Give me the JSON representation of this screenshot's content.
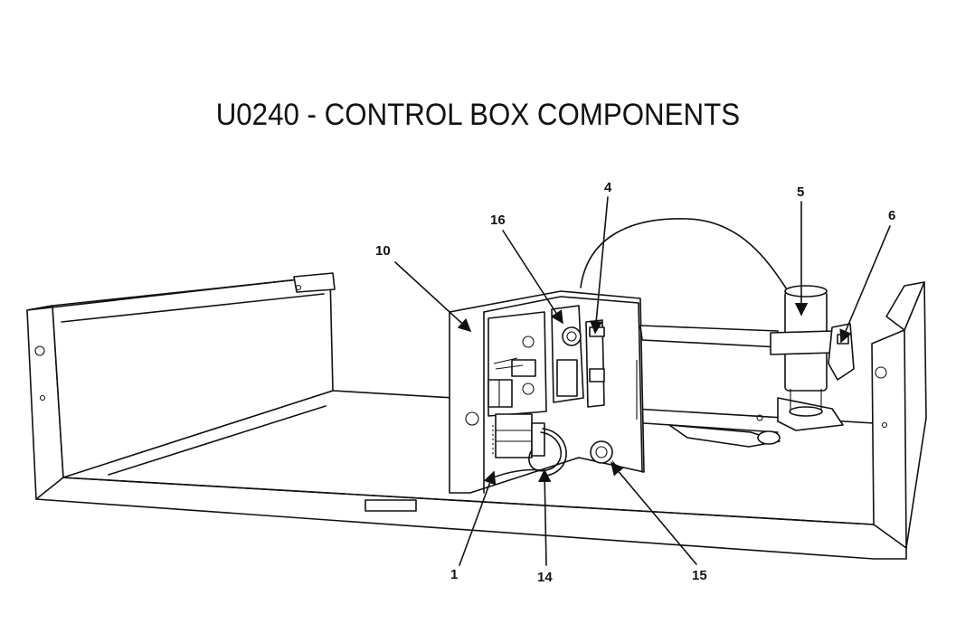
{
  "title": "U0240 - CONTROL BOX COMPONENTS",
  "callouts": [
    {
      "id": "c10",
      "label": "10"
    },
    {
      "id": "c16",
      "label": "16"
    },
    {
      "id": "c4",
      "label": "4"
    },
    {
      "id": "c5",
      "label": "5"
    },
    {
      "id": "c6",
      "label": "6"
    },
    {
      "id": "c1",
      "label": "1"
    },
    {
      "id": "c14",
      "label": "14"
    },
    {
      "id": "c15",
      "label": "15"
    }
  ]
}
